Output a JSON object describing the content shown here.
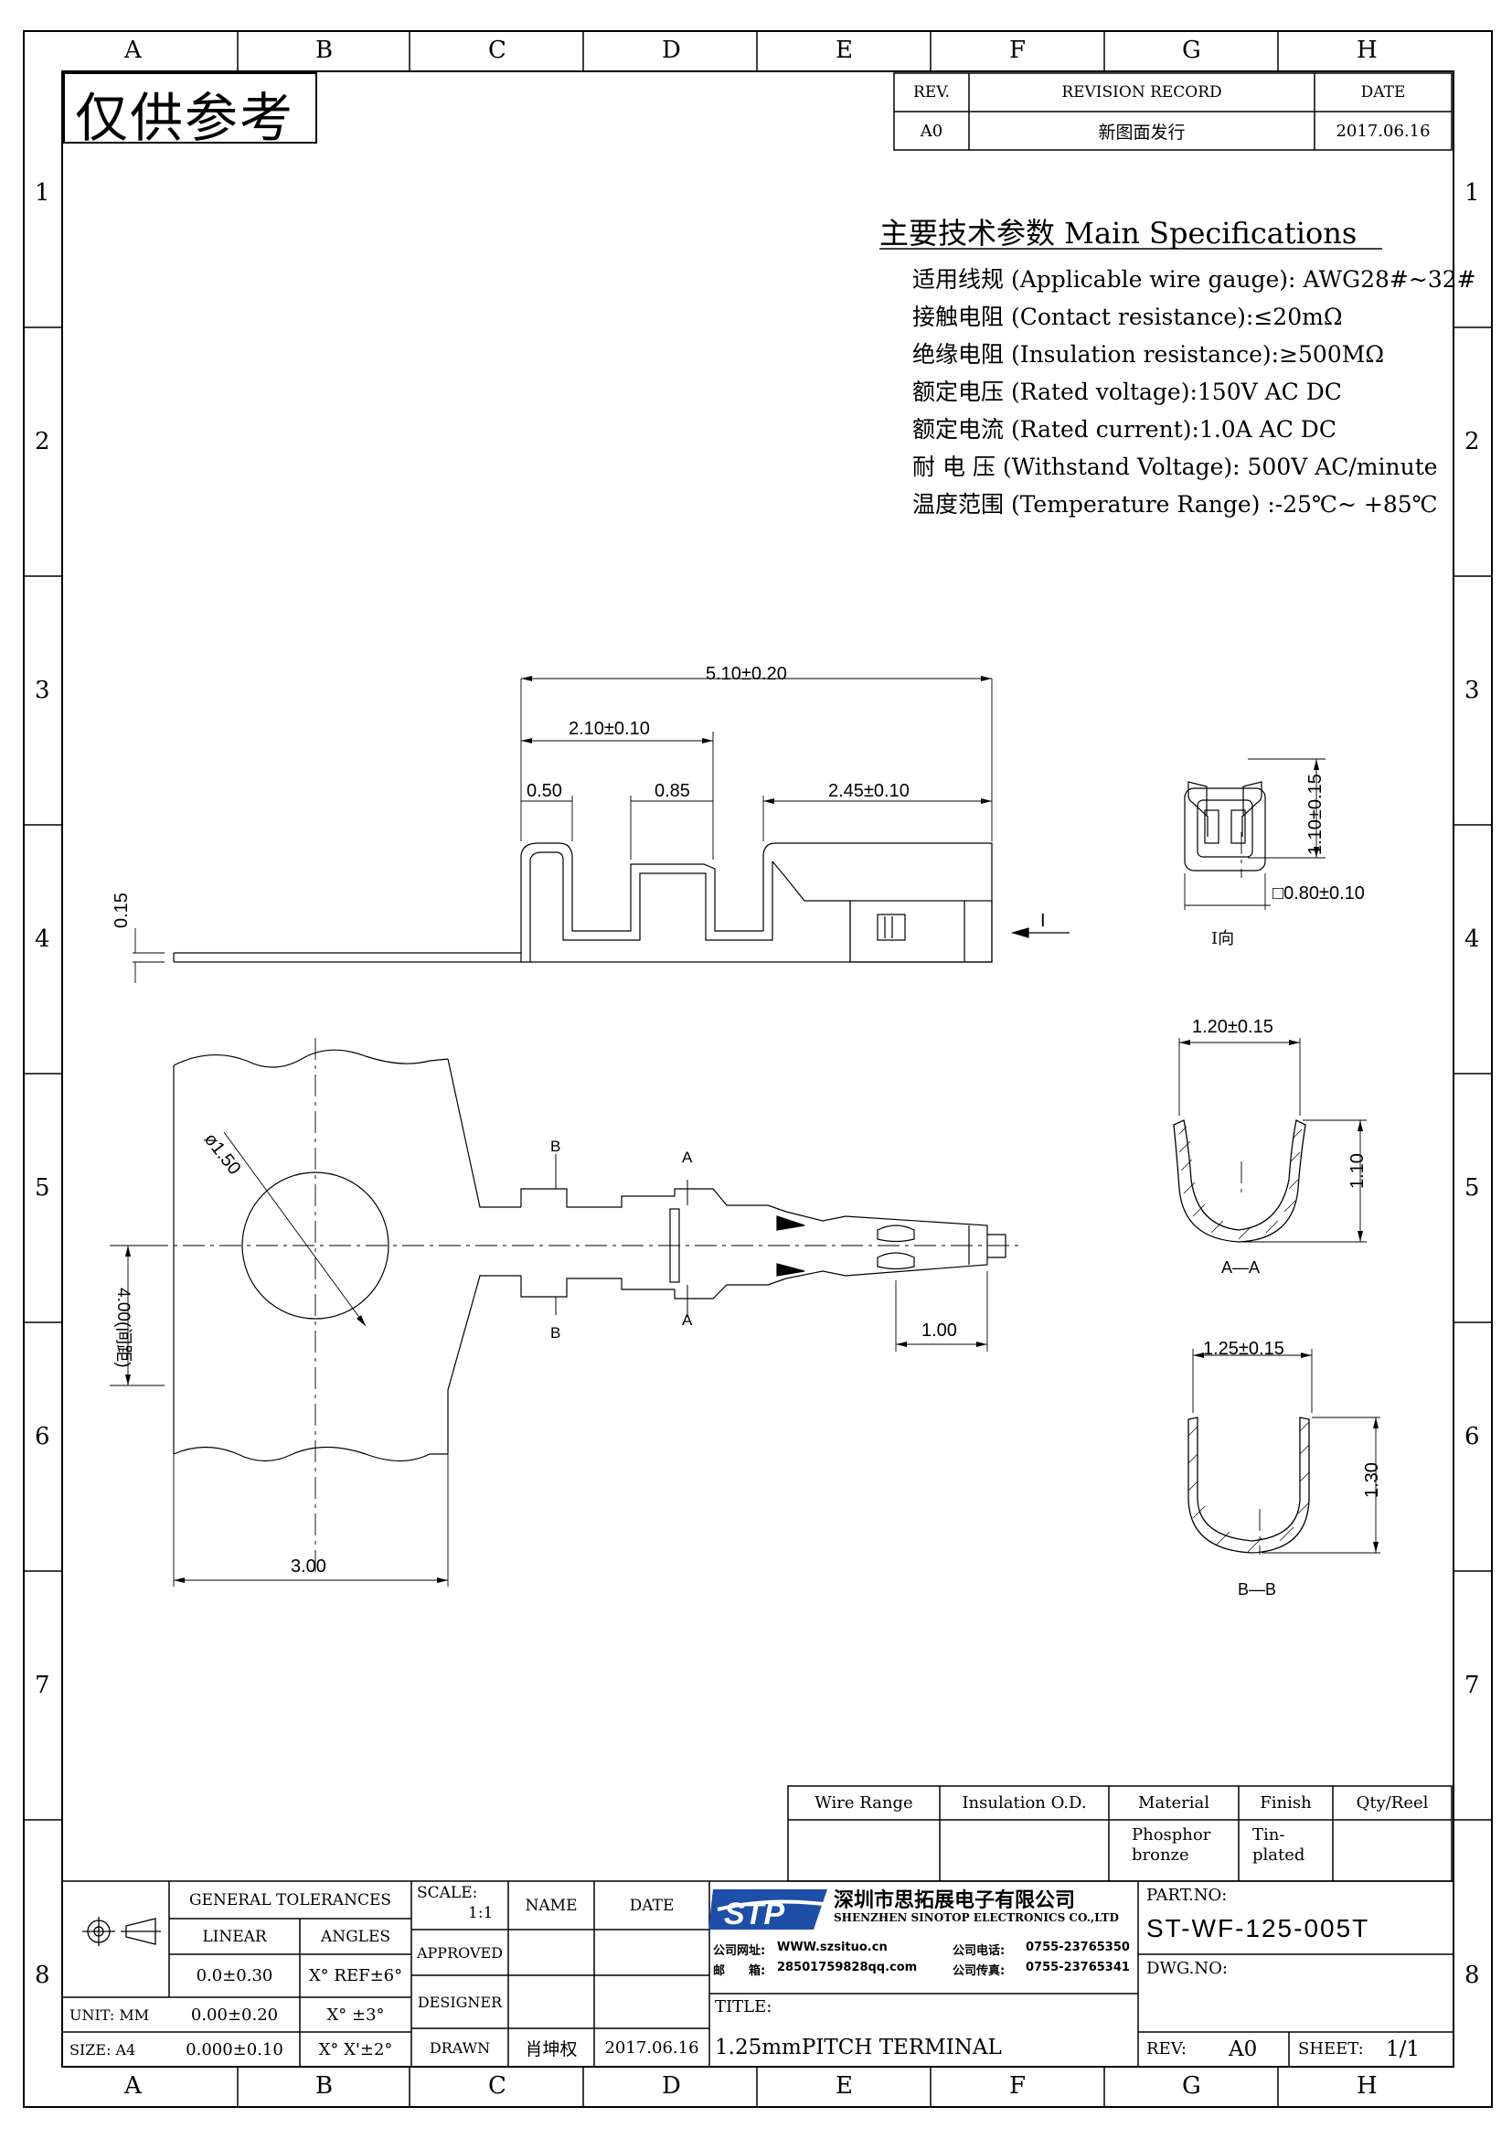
{
  "frame": {
    "col_labels": [
      "A",
      "B",
      "C",
      "D",
      "E",
      "F",
      "G",
      "H"
    ],
    "row_labels": [
      "1",
      "2",
      "3",
      "4",
      "5",
      "6",
      "7",
      "8"
    ]
  },
  "stamp": "仅供参考",
  "revision": {
    "rev_header": "REV.",
    "record_header": "REVISION RECORD",
    "date_header": "DATE",
    "rev": "A0",
    "record": "新图面发行",
    "date": "2017.06.16"
  },
  "specs": {
    "title": "主要技术参数 Main Specifications",
    "lines": [
      "适用线规 (Applicable wire gauge): AWG28#~32#",
      "接触电阻 (Contact resistance):≤20mΩ",
      "绝缘电阻 (Insulation resistance):≥500MΩ",
      "额定电压 (Rated voltage):150V AC DC",
      "额定电流 (Rated current):1.0A AC DC",
      "耐 电 压 (Withstand Voltage): 500V AC/minute",
      "温度范围 (Temperature Range) :-25℃~ +85℃"
    ]
  },
  "dims": {
    "total_length": "5.10±0.20",
    "crimp_length": "2.10±0.10",
    "d050": "0.50",
    "d085": "0.85",
    "d245": "2.45±0.10",
    "thickness": "0.15",
    "box_height": "1.10±0.15",
    "box_width": "□0.80±0.10",
    "view_i_label": "I向",
    "view_i_arrow": "I",
    "diameter": "ø1.50",
    "pitch": "4.00(间距)",
    "width_300": "3.00",
    "tip_100": "1.00",
    "sec_a_label": "A",
    "sec_b_label": "B",
    "aa_width": "1.20±0.15",
    "aa_height": "1.10",
    "aa_label": "A—A",
    "bb_width": "1.25±0.15",
    "bb_height": "1.30",
    "bb_label": "B—B"
  },
  "material_table": {
    "headers": [
      "Wire Range",
      "Insulation O.D.",
      "Material",
      "Finish",
      "Qty/Reel"
    ],
    "material": "Phosphor bronze",
    "finish": "Tin-plated"
  },
  "title_block": {
    "general_tolerances": "GENERAL TOLERANCES",
    "linear": "LINEAR",
    "angles": "ANGLES",
    "tol_rows": [
      {
        "linear": "0.0±0.30",
        "angle": "X° REF±6°"
      },
      {
        "linear": "0.00±0.20",
        "angle": "X° ±3°"
      },
      {
        "linear": "0.000±0.10",
        "angle": "X° X'±2°"
      }
    ],
    "unit": "UNIT: MM",
    "size": "SIZE: A4",
    "scale_label": "SCALE:",
    "scale_value": "1:1",
    "name_header": "NAME",
    "date_header": "DATE",
    "approved": "APPROVED",
    "designer": "DESIGNER",
    "drawn": "DRAWN",
    "drawn_name": "肖坤权",
    "drawn_date": "2017.06.16",
    "company_cn": "深圳市思拓展电子有限公司",
    "company_en": "SHENZHEN SINOTOP ELECTRONICS CO.,LTD",
    "website_label": "公司网址:",
    "website": "WWW.szsituo.cn",
    "email_label": "邮　　箱:",
    "email": "28501759828qq.com",
    "phone_label": "公司电话:",
    "phone": "0755-23765350",
    "fax_label": "公司传真:",
    "fax": "0755-23765341",
    "logo_text": "STP",
    "title_label": "TITLE:",
    "title": "1.25mmPITCH TERMINAL",
    "part_no_label": "PART.NO:",
    "part_no": "ST-WF-125-005T",
    "dwg_no_label": "DWG.NO:",
    "rev_label": "REV:",
    "rev_value": "A0",
    "sheet_label": "SHEET:",
    "sheet_value": "1/1"
  }
}
